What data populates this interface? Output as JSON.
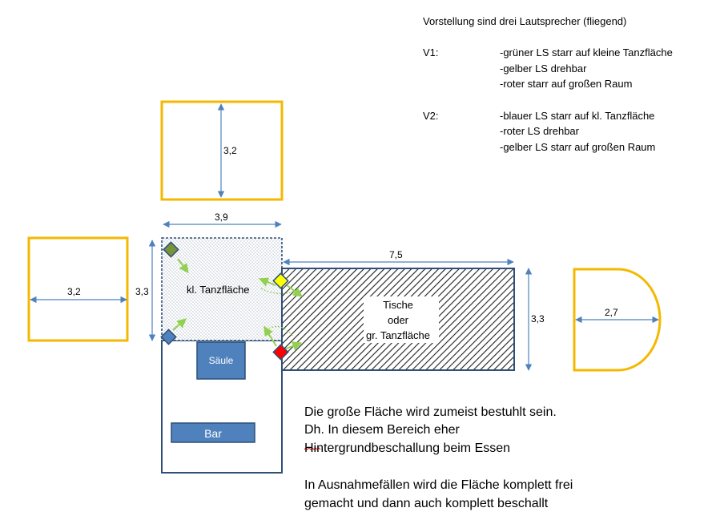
{
  "notes": {
    "heading": "Vorstellung sind drei Lautsprecher (fliegend)",
    "v1": {
      "label": "V1:",
      "lines": [
        "-grüner LS starr auf kleine Tanzfläche",
        "-gelber LS drehbar",
        "-roter  starr auf großen Raum"
      ]
    },
    "v2": {
      "label": "V2:",
      "lines": [
        "-blauer LS starr auf kl. Tanzfläche",
        "-roter  LS drehbar",
        "-gelber LS starr auf großen Raum"
      ]
    }
  },
  "diagram": {
    "dimensions": {
      "top_room_height": "3,2",
      "small_floor_width": "3,9",
      "left_room_width": "3,2",
      "small_floor_height": "3,3",
      "large_area_width": "7,5",
      "large_area_height": "3,3",
      "round_room_width": "2,7"
    },
    "labels": {
      "small_dance_floor": "kl. Tanzfläche",
      "large_area_line1": "Tische",
      "large_area_line2": "oder",
      "large_area_line3": "gr. Tanzfläche",
      "column": "Säule",
      "bar": "Bar"
    },
    "colors": {
      "room_outline": "#F5B800",
      "structure": "#2F4F77",
      "dimension_line": "#4F81BD",
      "box_fill": "#4F81BD",
      "speaker_green": "#77933C",
      "speaker_yellow": "#FFFF00",
      "speaker_red": "#FF0000",
      "speaker_blue": "#4F81BD",
      "beam_arrow": "#92D050"
    }
  },
  "description": {
    "para1": [
      "Die große Fläche wird zumeist bestuhlt sein.",
      "Dh. In diesem Bereich eher",
      "Hintergrundbeschallung beim Essen"
    ],
    "para2": [
      "In Ausnahmefällen wird die Fläche komplett frei",
      "gemacht und dann auch komplett beschallt"
    ]
  }
}
